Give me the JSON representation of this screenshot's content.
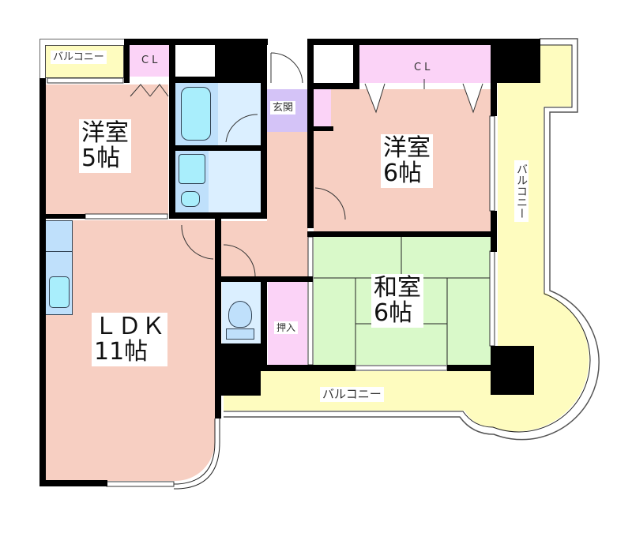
{
  "floorplan": {
    "colors": {
      "western_room": "#f7cfc2",
      "japanese_room": "#d9f9c9",
      "closet": "#fbd3f7",
      "balcony": "#fefcbf",
      "wet_area": "#dbefff",
      "bath_fixture": "#a9eefc",
      "entrance": "#d4c3f7",
      "wall": "#000000"
    },
    "rooms": {
      "western_5": {
        "name": "洋室",
        "size": "5帖"
      },
      "western_6": {
        "name": "洋室",
        "size": "6帖"
      },
      "japanese_6": {
        "name": "和室",
        "size": "6帖"
      },
      "ldk": {
        "name": "ＬＤＫ",
        "size": "11帖"
      }
    },
    "labels": {
      "balcony_top_left": "バルコニー",
      "balcony_right": "バルコニー",
      "balcony_bottom": "バルコニー",
      "closet_small": "CL",
      "closet_large": "CL",
      "entrance": "玄関",
      "oshiire": "押入"
    }
  }
}
